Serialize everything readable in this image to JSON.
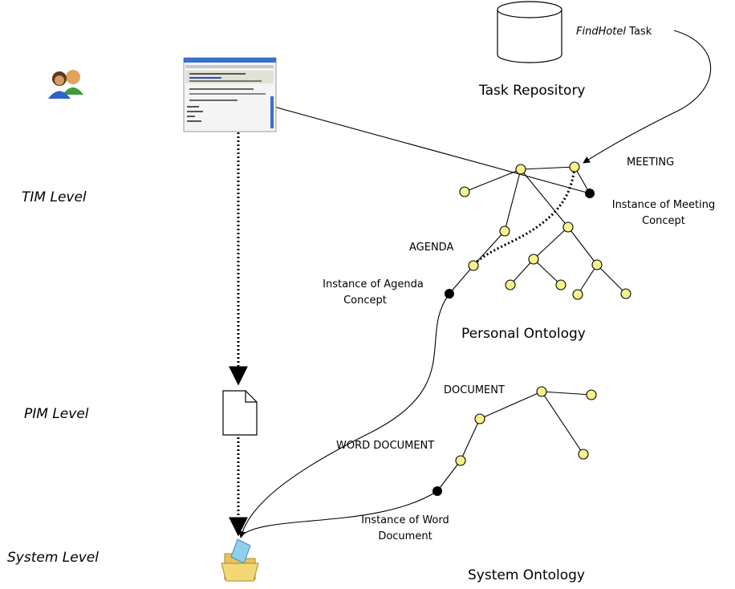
{
  "levels": {
    "tim": "TIM Level",
    "pim": "PIM Level",
    "system": "System Level"
  },
  "repository": {
    "title": "Task Repository",
    "task_italic": "FindHotel",
    "task_suffix": " Task"
  },
  "personal_ontology": {
    "title": "Personal Ontology",
    "meeting_label": "MEETING",
    "agenda_label": "AGENDA",
    "meeting_instance_line1": "Instance of Meeting",
    "meeting_instance_line2": "Concept",
    "agenda_instance_line1": "Instance of Agenda",
    "agenda_instance_line2": "Concept"
  },
  "system_ontology": {
    "title": "System Ontology",
    "document_label": "DOCUMENT",
    "word_document_label": "WORD DOCUMENT",
    "word_instance_line1": "Instance of Word",
    "word_instance_line2": "Document"
  },
  "icons": {
    "users": "users-icon",
    "screenshot": "window-thumbnail-icon",
    "document": "document-icon",
    "folder": "open-folder-icon",
    "database": "database-cylinder-icon"
  },
  "colors": {
    "node_fill": "#f6f28c",
    "instance_fill": "#000000"
  }
}
